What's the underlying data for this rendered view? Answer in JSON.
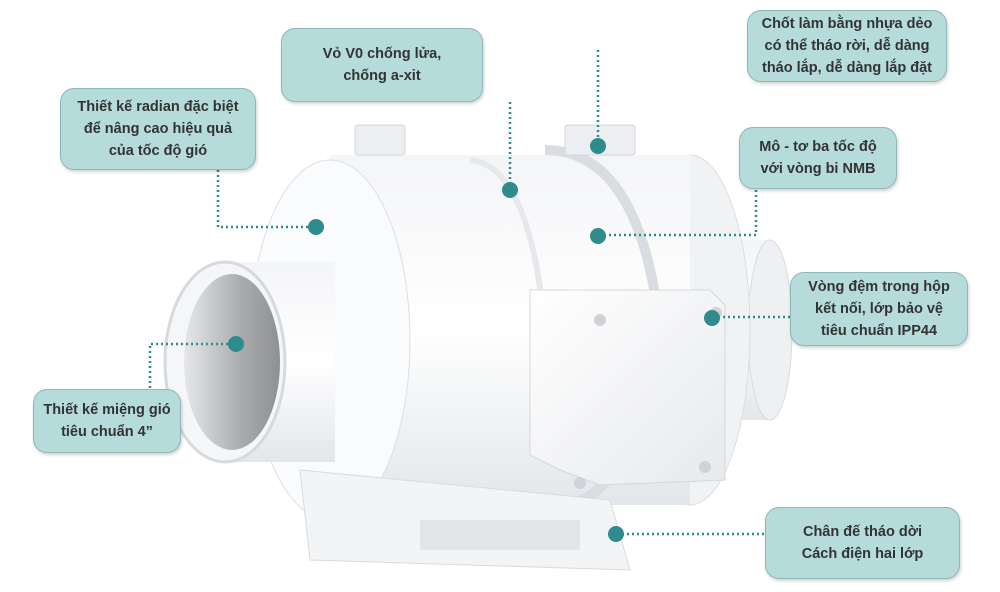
{
  "diagram": {
    "subject": "inline duct fan",
    "accent_color": "#2f8c8c",
    "callout_bg": "#b5dbdb",
    "callouts": [
      {
        "id": "shell",
        "text": "Vỏ V0 chống lửa,\nchống a-xit"
      },
      {
        "id": "clip",
        "text": "Chốt làm bằng nhựa dẻo\ncó thể tháo rời, dễ dàng\ntháo lắp, dễ dàng lắp đặt"
      },
      {
        "id": "radian",
        "text": "Thiết kế radian đặc biệt\nđể nâng cao hiệu quả\ncủa tốc độ gió"
      },
      {
        "id": "motor",
        "text": "Mô - tơ ba tốc độ\nvới vòng bi NMB"
      },
      {
        "id": "gasket",
        "text": "Vòng đệm trong hộp\nkết nối, lớp bảo vệ\ntiêu chuẩn IPP44"
      },
      {
        "id": "inlet",
        "text": "Thiết kế miệng gió\ntiêu chuẩn 4”"
      },
      {
        "id": "base",
        "text": "Chân đế tháo dời\nCách điện hai lớp"
      }
    ]
  }
}
